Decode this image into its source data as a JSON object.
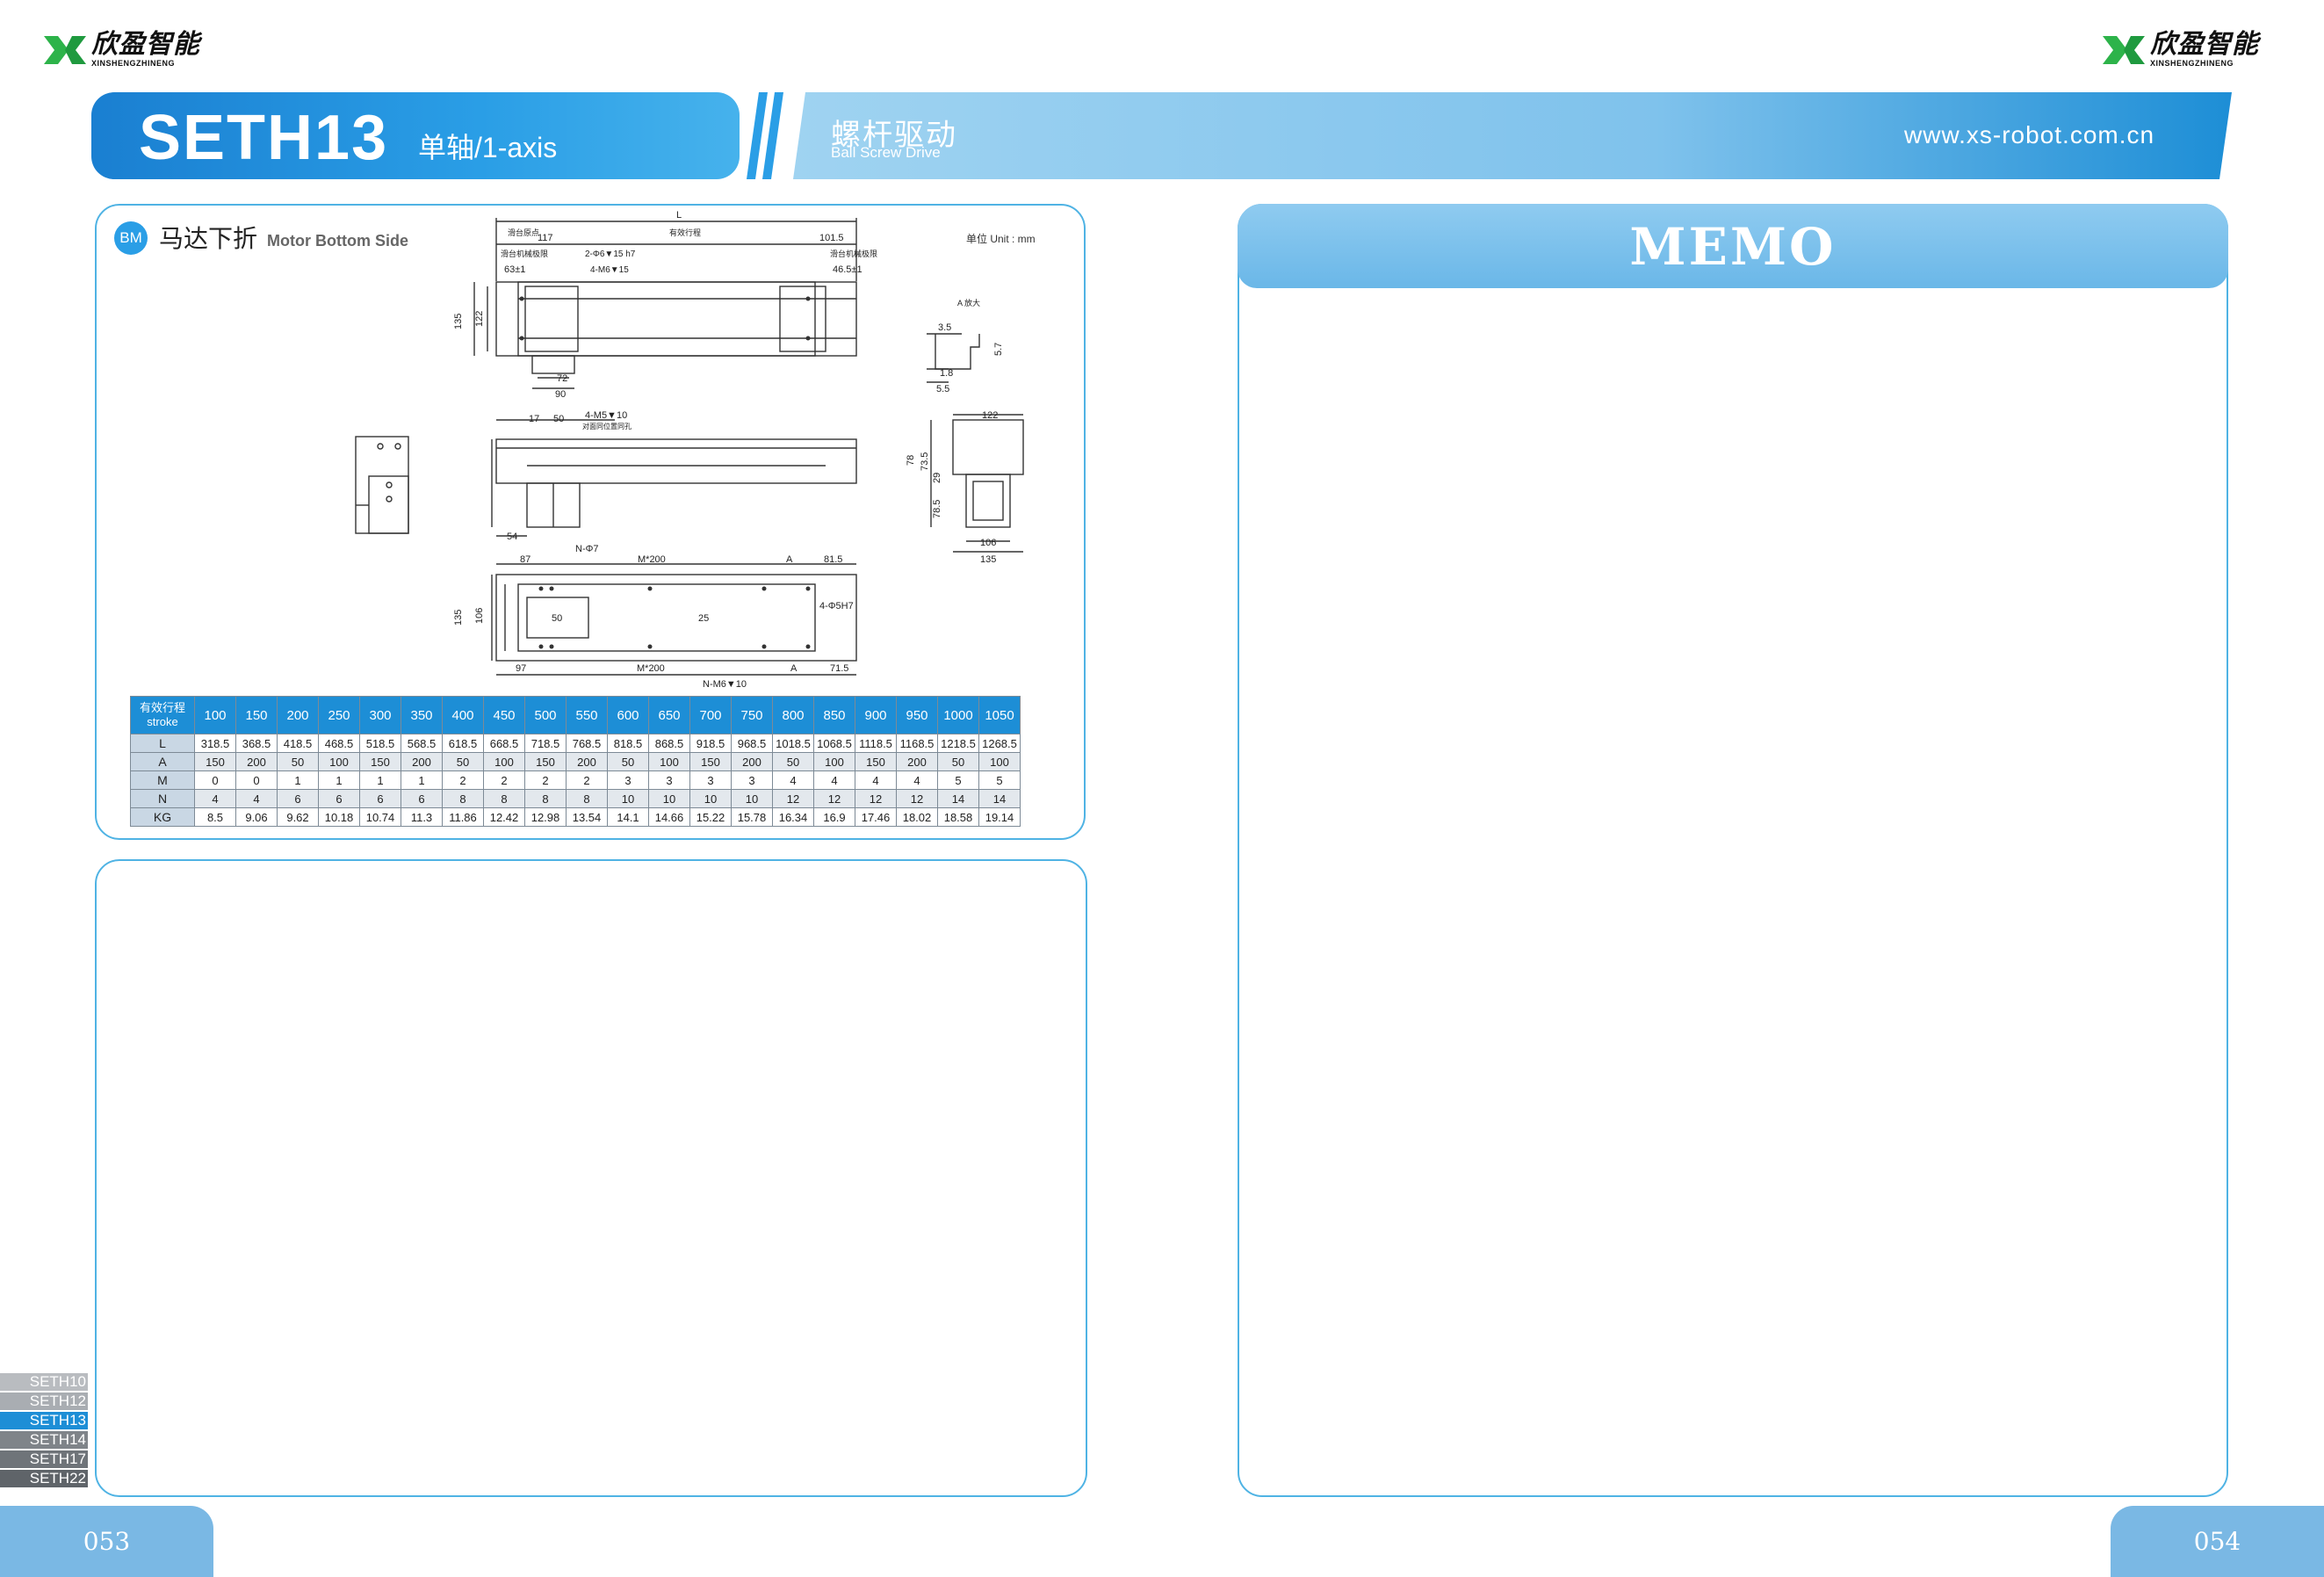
{
  "logo": {
    "cn": "欣盈智能",
    "en": "XINSHENGZHINENG"
  },
  "header": {
    "model": "SETH13",
    "axis": "单轴/1-axis",
    "drive_cn": "螺杆驱动",
    "drive_en": "Ball Screw Drive",
    "url": "www.xs-robot.com.cn"
  },
  "section": {
    "badge": "BM",
    "title_cn": "马达下折",
    "title_en": "Motor Bottom Side",
    "unit": "单位 Unit : mm"
  },
  "drawing_labels": {
    "L": "L",
    "d117": "117",
    "d101_5": "101.5",
    "slide_origin": "滑台原点",
    "eff_stroke": "有效行程",
    "mech_limit": "滑台机械极限",
    "d2phi6": "2-Φ6▼15  h7",
    "d4m6": "4-M6▼15",
    "d63": "63±1",
    "d46_5": "46.5±1",
    "d135": "135",
    "d122": "122",
    "d72": "72",
    "d90": "90",
    "d17": "17",
    "d50": "50",
    "d4m5": "4-M5▼10",
    "d4m5_note": "对面同位置同孔",
    "d54": "54",
    "sectA": "A 放大",
    "d3_5": "3.5",
    "d1_8": "1.8",
    "d5_5": "5.5",
    "d5_7": "5.7",
    "r122": "122",
    "d78": "78",
    "d73_5": "73.5",
    "d29": "29",
    "d78_5": "78.5",
    "d106": "106",
    "r135": "135",
    "d87": "87",
    "nphi7": "N-Φ7",
    "m200": "M*200",
    "A": "A",
    "d81_5": "81.5",
    "b135": "135",
    "b106": "106",
    "d25": "25",
    "d4phi5": "4-Φ5H7",
    "b50": "50",
    "d97": "97",
    "m200b": "M*200",
    "Ab": "A",
    "d71_5": "71.5",
    "nm6": "N-M6▼10"
  },
  "spec_table": {
    "header_cn": "有效行程",
    "header_en": "stroke",
    "strokes": [
      "100",
      "150",
      "200",
      "250",
      "300",
      "350",
      "400",
      "450",
      "500",
      "550",
      "600",
      "650",
      "700",
      "750",
      "800",
      "850",
      "900",
      "950",
      "1000",
      "1050"
    ],
    "rows": [
      {
        "label": "L",
        "values": [
          "318.5",
          "368.5",
          "418.5",
          "468.5",
          "518.5",
          "568.5",
          "618.5",
          "668.5",
          "718.5",
          "768.5",
          "818.5",
          "868.5",
          "918.5",
          "968.5",
          "1018.5",
          "1068.5",
          "1118.5",
          "1168.5",
          "1218.5",
          "1268.5"
        ]
      },
      {
        "label": "A",
        "values": [
          "150",
          "200",
          "50",
          "100",
          "150",
          "200",
          "50",
          "100",
          "150",
          "200",
          "50",
          "100",
          "150",
          "200",
          "50",
          "100",
          "150",
          "200",
          "50",
          "100"
        ]
      },
      {
        "label": "M",
        "values": [
          "0",
          "0",
          "1",
          "1",
          "1",
          "1",
          "2",
          "2",
          "2",
          "2",
          "3",
          "3",
          "3",
          "3",
          "4",
          "4",
          "4",
          "4",
          "5",
          "5"
        ]
      },
      {
        "label": "N",
        "values": [
          "4",
          "4",
          "6",
          "6",
          "6",
          "6",
          "8",
          "8",
          "8",
          "8",
          "10",
          "10",
          "10",
          "10",
          "12",
          "12",
          "12",
          "12",
          "14",
          "14"
        ]
      },
      {
        "label": "KG",
        "values": [
          "8.5",
          "9.06",
          "9.62",
          "10.18",
          "10.74",
          "11.3",
          "11.86",
          "12.42",
          "12.98",
          "13.54",
          "14.1",
          "14.66",
          "15.22",
          "15.78",
          "16.34",
          "16.9",
          "17.46",
          "18.02",
          "18.58",
          "19.14"
        ]
      }
    ]
  },
  "memo": {
    "title": "MEMO"
  },
  "side_tabs": [
    {
      "label": "SETH10",
      "color": "#b9bcc0"
    },
    {
      "label": "SETH12",
      "color": "#a9adb2"
    },
    {
      "label": "SETH13",
      "color": "#1d8ed6"
    },
    {
      "label": "SETH14",
      "color": "#7f8489"
    },
    {
      "label": "SETH17",
      "color": "#6f7479"
    },
    {
      "label": "SETH22",
      "color": "#5f6469"
    }
  ],
  "pages": {
    "left": "053",
    "right": "054"
  },
  "colors": {
    "primary": "#1d8ed6",
    "accent_light": "#7ab8e4",
    "panel_border": "#4fb3e4"
  }
}
